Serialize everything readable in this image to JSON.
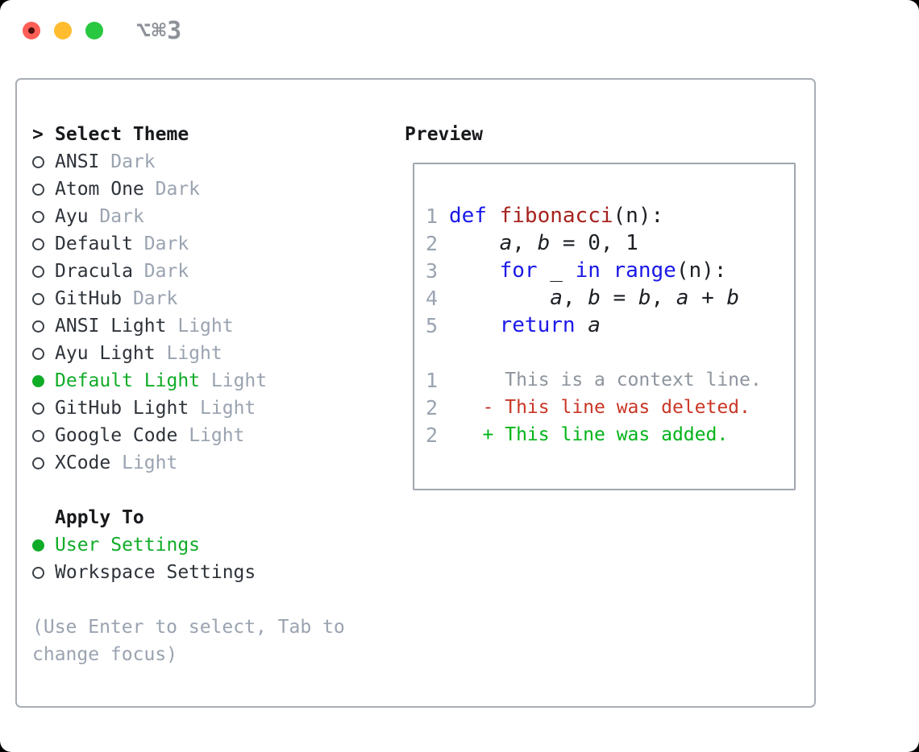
{
  "window": {
    "titlebar": {
      "title": "⌥⌘3",
      "traffic_lights": {
        "close_color": "#ff5f57",
        "minimize_color": "#febc2e",
        "zoom_color": "#28c840"
      }
    }
  },
  "theme_selector": {
    "header": "Select Theme",
    "cursor": ">",
    "items": [
      {
        "name": "ANSI",
        "variant": "Dark",
        "selected": false
      },
      {
        "name": "Atom One",
        "variant": "Dark",
        "selected": false
      },
      {
        "name": "Ayu",
        "variant": "Dark",
        "selected": false
      },
      {
        "name": "Default",
        "variant": "Dark",
        "selected": false
      },
      {
        "name": "Dracula",
        "variant": "Dark",
        "selected": false
      },
      {
        "name": "GitHub",
        "variant": "Dark",
        "selected": false
      },
      {
        "name": "ANSI Light",
        "variant": "Light",
        "selected": false
      },
      {
        "name": "Ayu Light",
        "variant": "Light",
        "selected": false
      },
      {
        "name": "Default Light",
        "variant": "Light",
        "selected": true
      },
      {
        "name": "GitHub Light",
        "variant": "Light",
        "selected": false
      },
      {
        "name": "Google Code",
        "variant": "Light",
        "selected": false
      },
      {
        "name": "XCode",
        "variant": "Light",
        "selected": false
      }
    ]
  },
  "apply_to": {
    "header": "Apply To",
    "options": [
      {
        "label": "User Settings",
        "selected": true
      },
      {
        "label": "Workspace Settings",
        "selected": false
      }
    ]
  },
  "help_text": {
    "line1": "(Use Enter to select, Tab to",
    "line2": "change focus)"
  },
  "preview": {
    "header": "Preview",
    "code_lines": [
      {
        "num": "1",
        "s0": "def",
        "s1": " ",
        "s2": "fibonacci",
        "s3": "(n):"
      },
      {
        "num": "2",
        "s0": "    ",
        "s1": "a",
        "s2": ", ",
        "s3": "b",
        "s4": " = 0, 1"
      },
      {
        "num": "3",
        "s0": "    ",
        "s1": "for",
        "s2": " _ ",
        "s3": "in",
        "s4": " ",
        "s5": "range",
        "s6": "(n):"
      },
      {
        "num": "4",
        "s0": "        ",
        "s1": "a",
        "s2": ", ",
        "s3": "b",
        "s4": " = ",
        "s5": "b",
        "s6": ", ",
        "s7": "a",
        "s8": " + ",
        "s9": "b"
      },
      {
        "num": "5",
        "s0": "    ",
        "s1": "return",
        "s2": " ",
        "s3": "a"
      }
    ],
    "diff_lines": [
      {
        "num": "1",
        "text": "     This is a context line.",
        "kind": "context"
      },
      {
        "num": "2",
        "text": "   - This line was deleted.",
        "kind": "deleted"
      },
      {
        "num": "2",
        "text": "   + This line was added.",
        "kind": "added"
      }
    ]
  },
  "colors": {
    "accent_green": "#10ac28",
    "keyword_blue": "#1a18e8",
    "function_red": "#a62420",
    "deleted_red": "#ca3626",
    "added_green": "#00b418",
    "muted_gray": "#9aa3b0",
    "context_gray": "#8e959e",
    "text_dark": "#2e333a",
    "border_gray": "#a9aeb5"
  }
}
